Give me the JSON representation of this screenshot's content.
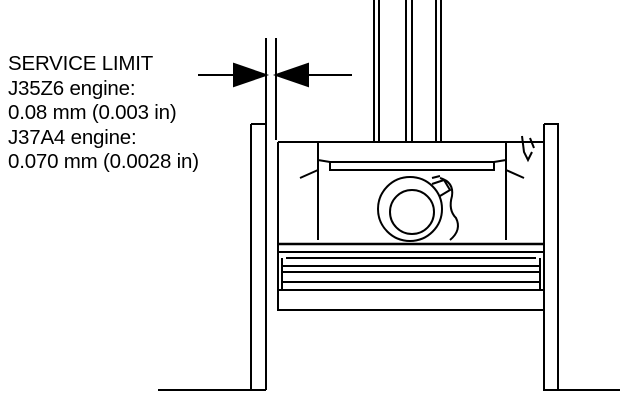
{
  "callout": {
    "heading": "SERVICE LIMIT",
    "lines": [
      "J35Z6 engine:",
      "0.08 mm (0.003 in)",
      "J37A4 engine:",
      "0.070 mm (0.0028 in)"
    ]
  },
  "colors": {
    "line": "#000000",
    "background": "#ffffff"
  }
}
